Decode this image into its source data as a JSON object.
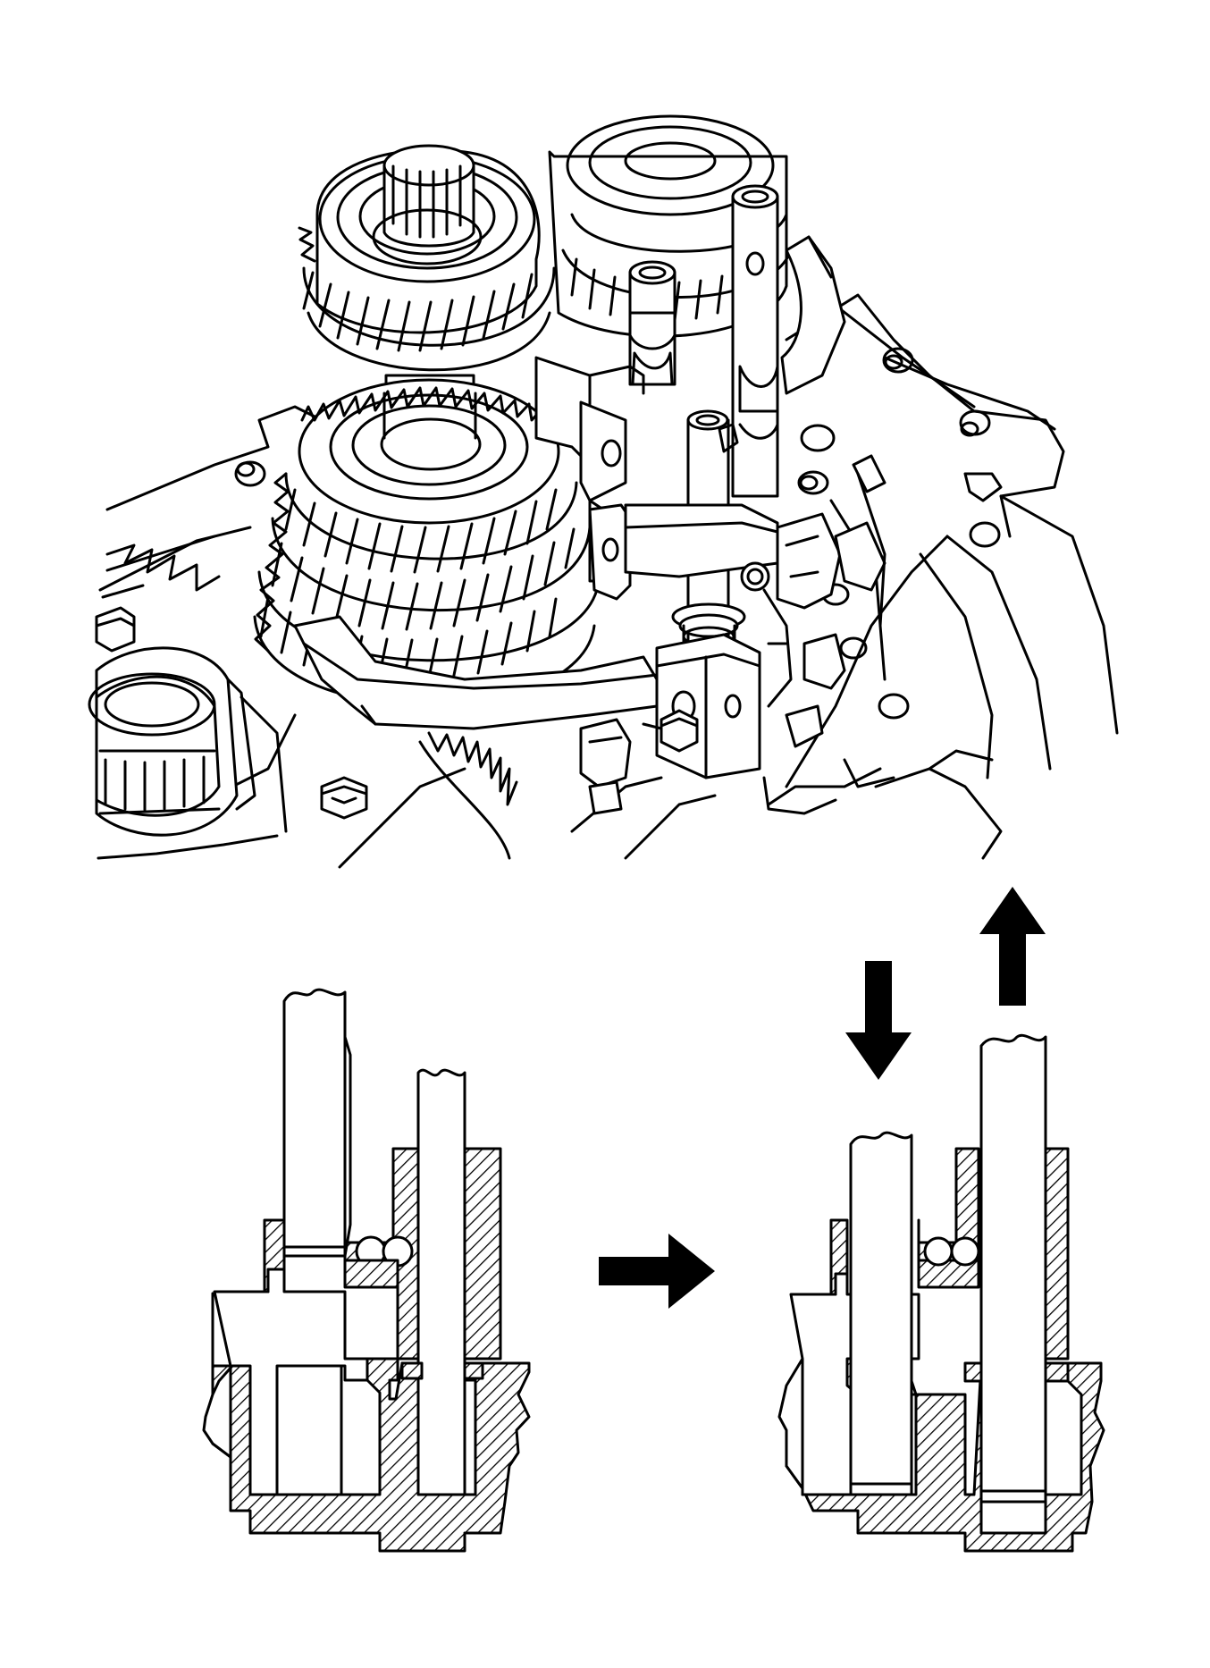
{
  "figure": {
    "views": [
      {
        "id": "assembly",
        "description_hidden": true
      },
      {
        "id": "before-section"
      },
      {
        "id": "after-section"
      }
    ],
    "arrows": [
      {
        "id": "transition-arrow",
        "direction": "right"
      },
      {
        "id": "push-down-arrow",
        "direction": "down"
      },
      {
        "id": "pull-up-arrow",
        "direction": "up"
      }
    ],
    "colors": {
      "ink": "#000000",
      "paper": "#ffffff"
    }
  }
}
